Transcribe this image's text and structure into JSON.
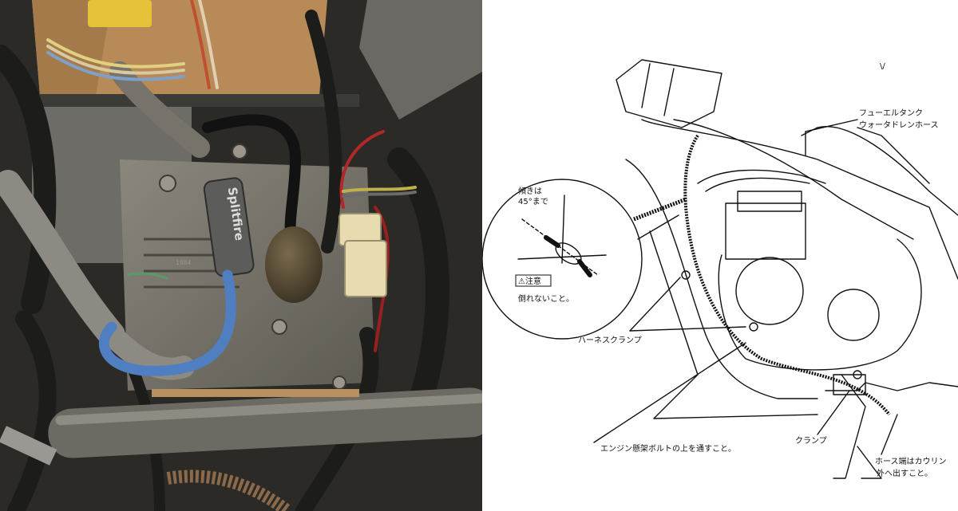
{
  "photo": {
    "cap_brand": "Splitfire",
    "casting_mark": "1984"
  },
  "diagram": {
    "corner_mark": "\\/",
    "label_fuel_tank_line1": "フューエルタンク",
    "label_fuel_tank_line2": "ウォータドレンホース",
    "inset_tilt_line1": "傾きは",
    "inset_tilt_line2": "45°まで",
    "inset_caution_badge": "⚠注意",
    "inset_caution_text": "倒れないこと。",
    "label_harness_clamp": "ハーネスクランプ",
    "label_engine_bolt": "エンジン懸架ボルトの上を通すこと。",
    "label_clamp": "クランプ",
    "label_hose_end_line1": "ホース端はカウリン",
    "label_hose_end_line2": "外へ出すこと。"
  },
  "colors": {
    "spark_plug_wire": "#4f7fc0",
    "filter_bulb": "#4a3f2c",
    "connector_cream": "#e6dcb0",
    "wood_board": "#b88a58",
    "diagram_line": "#111111"
  }
}
